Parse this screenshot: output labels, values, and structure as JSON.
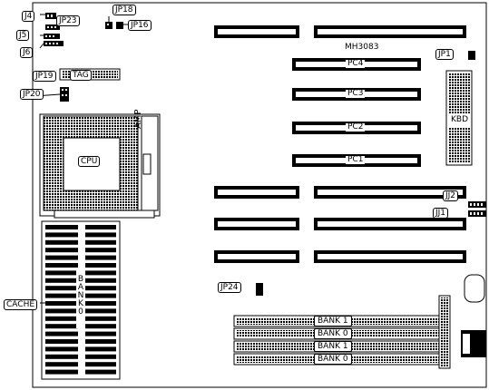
{
  "jumpers": {
    "j4": "J4",
    "jp23": "JP23",
    "jp18": "JP18",
    "jp16": "JP16",
    "j5": "J5",
    "j6": "J6",
    "jp19": "JP19",
    "tag": "TAG",
    "jp20": "JP20",
    "jp1": "JP1",
    "jj2": "JJ2",
    "jj1": "JJ1",
    "jp24": "JP24"
  },
  "board": {
    "model": "MH3083",
    "cpu": "CPU",
    "socket_brand": "AMP",
    "kbd": "KBD",
    "cache": "CACHE",
    "cache_bank": "BANK 0"
  },
  "slots": [
    "PC4",
    "PC3",
    "PC2",
    "PC1"
  ],
  "simm_banks": [
    "BANK 1",
    "BANK 0",
    "BANK 1",
    "BANK 0"
  ],
  "colors": {
    "ink": "#000000",
    "paper": "#ffffff"
  }
}
